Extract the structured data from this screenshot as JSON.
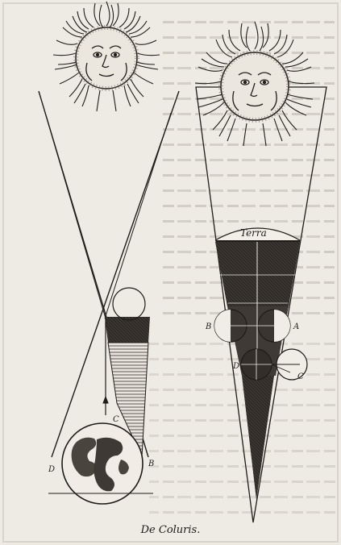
{
  "caption": "De Coluris.",
  "right_figure": {
    "earth_label": "Terra",
    "moon_labels": [
      "B",
      "A",
      "D",
      "C"
    ]
  },
  "left_figure": {
    "labels": [
      "C",
      "D",
      "B"
    ]
  }
}
